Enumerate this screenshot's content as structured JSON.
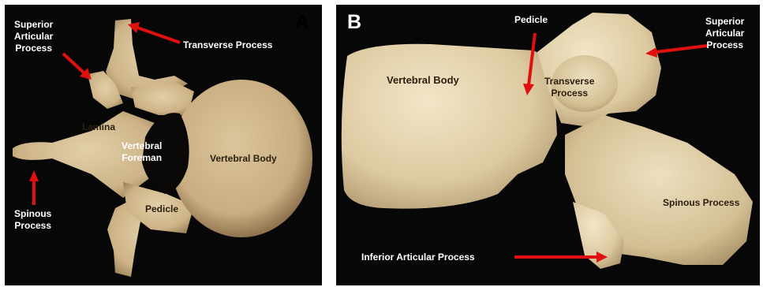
{
  "panel_a": {
    "letter": "A",
    "labels": {
      "superior_articular_process": "Superior\nArticular\nProcess",
      "transverse_process": "Transverse Process",
      "lamina": "Lamina",
      "vertebral_foramen": "Vertebral\nForeman",
      "vertebral_body": "Vertebral Body",
      "spinous_process": "Spinous\nProcess",
      "pedicle": "Pedicle"
    }
  },
  "panel_b": {
    "letter": "B",
    "labels": {
      "pedicle": "Pedicle",
      "superior_articular_process": "Superior\nArticular\nProcess",
      "vertebral_body": "Vertebral Body",
      "transverse_process": "Transverse\nProcess",
      "spinous_process": "Spinous Process",
      "inferior_articular_process": "Inferior Articular Process"
    }
  },
  "colors": {
    "background": "#070707",
    "bone": "#d6bf95",
    "arrow": "#e01010"
  }
}
